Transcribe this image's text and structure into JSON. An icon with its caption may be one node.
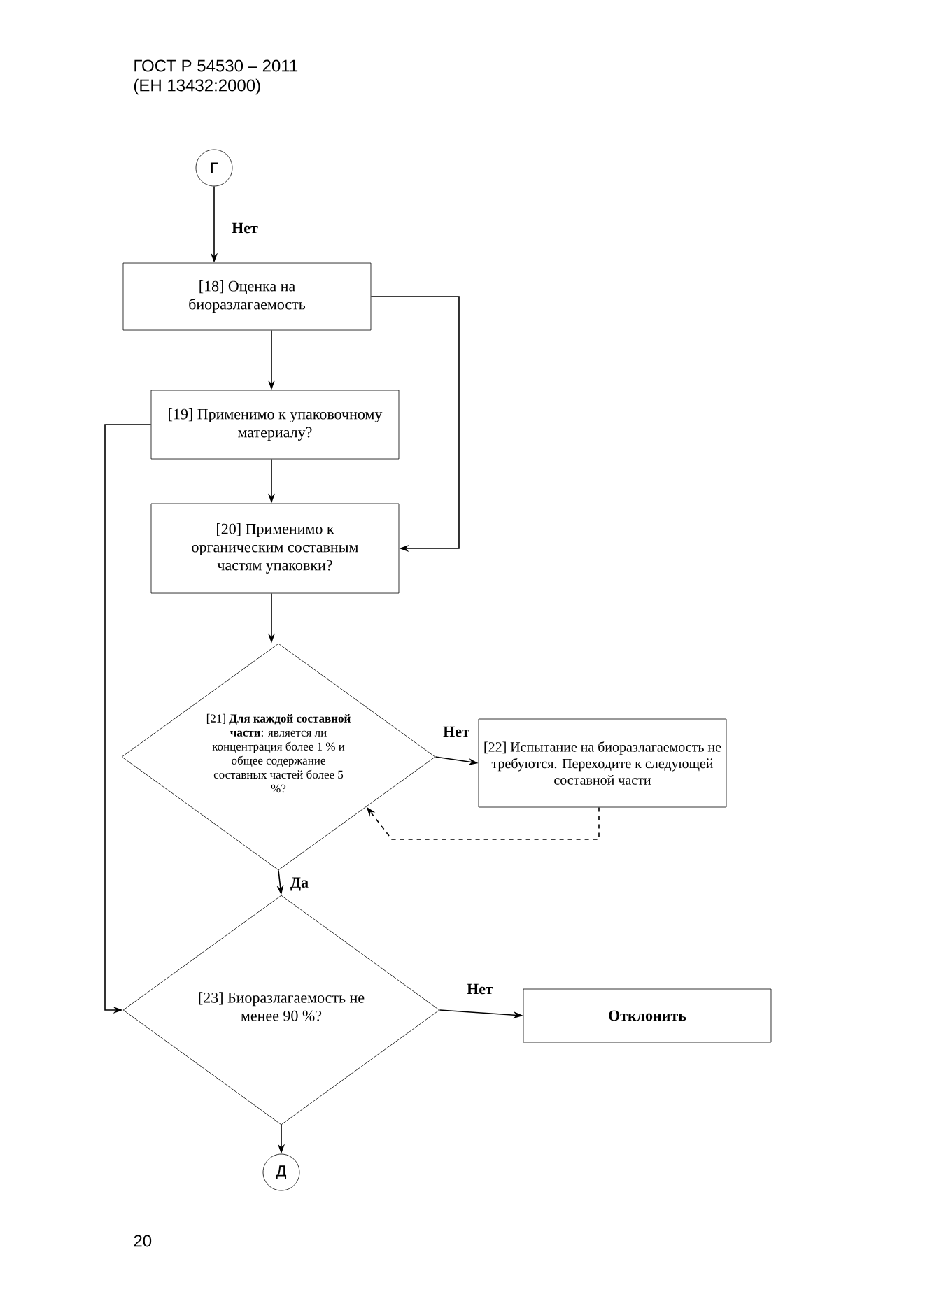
{
  "diagram": {
    "nodes": [
      {
        "text": [
          "Г"
        ]
      },
      {
        "text": [
          "[18] Оценка на биоразлагаемость"
        ]
      },
      {
        "text": [
          "[19] Применимо к упаковочному материалу?"
        ]
      },
      {
        "text": [
          "[20] Применимо к органическим составным частям упаковки?"
        ]
      },
      {
        "text": [
          "[21] **Для каждой составной части**: является ли концентрация более 1 % и общее содержание составных частей более 5 %?"
        ]
      },
      {
        "text": [
          "[22] Испытание на биоразлагаемость не требуются. Переходите к следующей составной части"
        ]
      },
      {
        "text": [
          "[23] Биоразлагаемость не менее 90 %?"
        ]
      },
      {
        "text": [
          "Отклонить"
        ]
      },
      {
        "text": [
          "Д"
        ]
      }
    ],
    "edges": [
      {
        "from": 0,
        "to": 1,
        "arrow": "to",
        "label": "Нет"
      },
      {
        "from": 1,
        "to": 2,
        "arrow": "to"
      },
      {
        "from": 1,
        "to": 3,
        "arrow": "to"
      },
      {
        "from": 2,
        "to": 3,
        "arrow": "to"
      },
      {
        "from": 2,
        "to": 6,
        "arrow": "to"
      },
      {
        "from": 3,
        "to": 4,
        "arrow": "to"
      },
      {
        "from": 4,
        "to": 5,
        "arrow": "to",
        "label": "Нет"
      },
      {
        "from": 5,
        "to": 4,
        "arrow": "to",
        "style": "dashed"
      },
      {
        "from": 4,
        "to": 6,
        "arrow": "to",
        "label": "Да"
      },
      {
        "from": 6,
        "to": 7,
        "arrow": "to",
        "label": "Нет"
      },
      {
        "from": 6,
        "to": 8,
        "arrow": "to"
      }
    ],
    "labels": [
      "ГОСТ Р 54530 – 2011",
      "(ЕН 13432:2000)",
      "20"
    ]
  }
}
